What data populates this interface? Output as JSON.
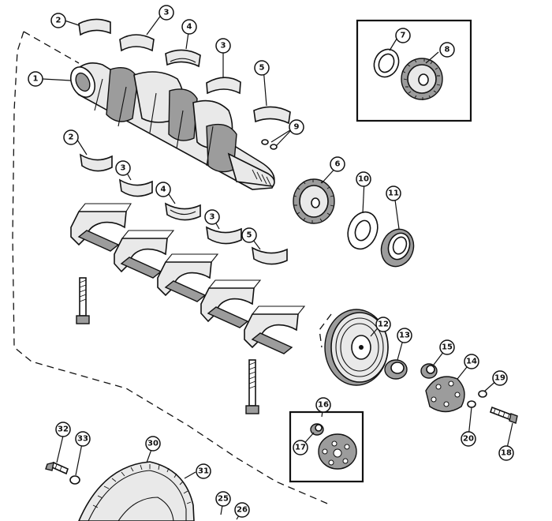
{
  "callouts": [
    {
      "id": "c1",
      "label": "1"
    },
    {
      "id": "c2a",
      "label": "2"
    },
    {
      "id": "c3a",
      "label": "3"
    },
    {
      "id": "c4a",
      "label": "4"
    },
    {
      "id": "c3b",
      "label": "3"
    },
    {
      "id": "c5a",
      "label": "5"
    },
    {
      "id": "c9",
      "label": "9"
    },
    {
      "id": "c7",
      "label": "7"
    },
    {
      "id": "c8",
      "label": "8"
    },
    {
      "id": "c2b",
      "label": "2"
    },
    {
      "id": "c3c",
      "label": "3"
    },
    {
      "id": "c4b",
      "label": "4"
    },
    {
      "id": "c3d",
      "label": "3"
    },
    {
      "id": "c5b",
      "label": "5"
    },
    {
      "id": "c6",
      "label": "6"
    },
    {
      "id": "c10",
      "label": "10"
    },
    {
      "id": "c11",
      "label": "11"
    },
    {
      "id": "c12",
      "label": "12"
    },
    {
      "id": "c13",
      "label": "13"
    },
    {
      "id": "c15",
      "label": "15"
    },
    {
      "id": "c14",
      "label": "14"
    },
    {
      "id": "c19",
      "label": "19"
    },
    {
      "id": "c20",
      "label": "20"
    },
    {
      "id": "c18",
      "label": "18"
    },
    {
      "id": "c16",
      "label": "16"
    },
    {
      "id": "c17",
      "label": "17"
    },
    {
      "id": "c32",
      "label": "32"
    },
    {
      "id": "c33",
      "label": "33"
    },
    {
      "id": "c30",
      "label": "30"
    },
    {
      "id": "c31",
      "label": "31"
    },
    {
      "id": "c25",
      "label": "25"
    },
    {
      "id": "c26",
      "label": "26"
    }
  ]
}
